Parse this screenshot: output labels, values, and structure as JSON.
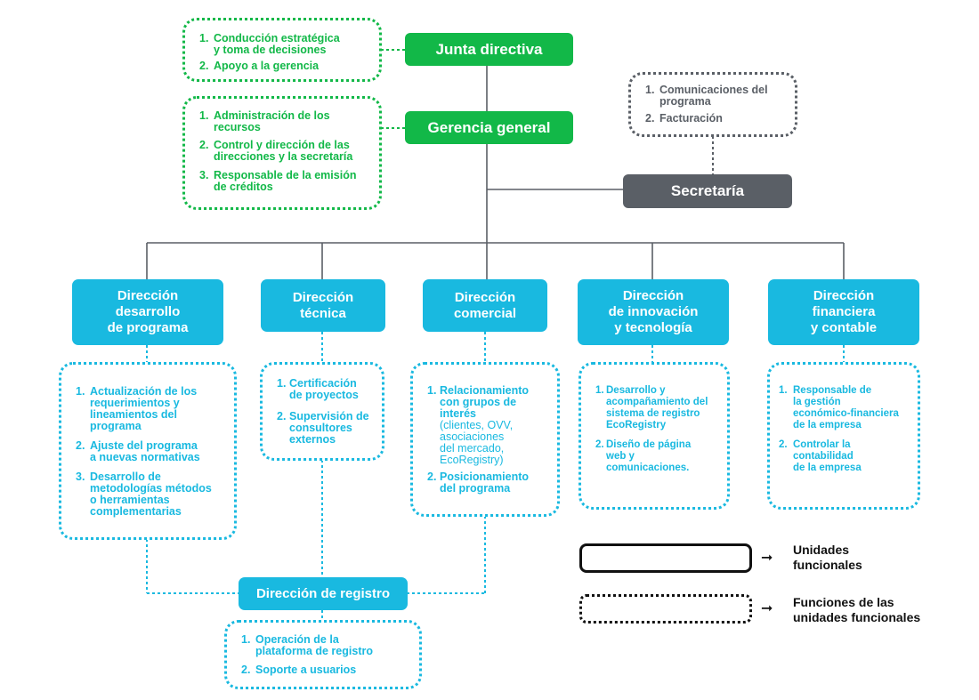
{
  "colors": {
    "green": "#12b848",
    "gray": "#5a5f66",
    "cyan": "#19b9e0",
    "black": "#111111"
  },
  "junta": {
    "title": "Junta directiva",
    "functions": [
      {
        "num": "1.",
        "lines": [
          "Conducción estratégica",
          "y toma de decisiones"
        ]
      },
      {
        "num": "2.",
        "lines": [
          "Apoyo a la gerencia"
        ]
      }
    ]
  },
  "gerencia": {
    "title": "Gerencia general",
    "functions": [
      {
        "num": "1.",
        "lines": [
          "Administración de los",
          "recursos"
        ]
      },
      {
        "num": "2.",
        "lines": [
          "Control y dirección de las",
          "direcciones y la secretaría"
        ]
      },
      {
        "num": "3.",
        "lines": [
          "Responsable de la emisión",
          "de créditos"
        ]
      }
    ]
  },
  "secretaria": {
    "title": "Secretaría",
    "functions": [
      {
        "num": "1.",
        "lines": [
          "Comunicaciones del",
          "programa"
        ]
      },
      {
        "num": "2.",
        "lines": [
          "Facturación"
        ]
      }
    ]
  },
  "direcciones": [
    {
      "title": [
        "Dirección",
        "desarrollo",
        "de programa"
      ],
      "functions": [
        {
          "num": "1.",
          "lines": [
            "Actualización de los",
            "requerimientos y",
            "lineamientos del",
            "programa"
          ]
        },
        {
          "num": "2.",
          "lines": [
            "Ajuste del programa",
            "a nuevas normativas"
          ]
        },
        {
          "num": "3.",
          "lines": [
            "Desarrollo de",
            "metodologías métodos",
            "o herramientas",
            "complementarias"
          ]
        }
      ]
    },
    {
      "title": [
        "Dirección",
        "técnica"
      ],
      "functions": [
        {
          "num": "1.",
          "lines": [
            "Certificación",
            "de proyectos"
          ]
        },
        {
          "num": "2.",
          "lines": [
            "Supervisión de",
            "consultores",
            "externos"
          ]
        }
      ]
    },
    {
      "title": [
        "Dirección",
        "comercial"
      ],
      "functions": [
        {
          "num": "1.",
          "lines": [
            "Relacionamiento",
            "con grupos de",
            "interés"
          ],
          "extra": [
            "(clientes, OVV,",
            "asociaciones",
            "del mercado,",
            "EcoRegistry)"
          ]
        },
        {
          "num": "2.",
          "lines": [
            "Posicionamiento",
            "del programa"
          ]
        }
      ]
    },
    {
      "title": [
        "Dirección",
        "de innovación",
        "y tecnología"
      ],
      "functions": [
        {
          "num": "1.",
          "lines": [
            "Desarrollo y",
            "acompañamiento del",
            "sistema de registro",
            "EcoRegistry"
          ]
        },
        {
          "num": "2.",
          "lines": [
            "Diseño de página",
            "web y",
            "comunicaciones."
          ]
        }
      ]
    },
    {
      "title": [
        "Dirección",
        "financiera",
        "y contable"
      ],
      "functions": [
        {
          "num": "1.",
          "lines": [
            "Responsable de",
            "la gestión",
            "económico-financiera",
            "de la empresa"
          ]
        },
        {
          "num": "2.",
          "lines": [
            "Controlar la",
            "contabilidad",
            "de la empresa"
          ]
        }
      ]
    }
  ],
  "registro": {
    "title": "Dirección de registro",
    "functions": [
      {
        "num": "1.",
        "lines": [
          "Operación de la",
          "plataforma de registro"
        ]
      },
      {
        "num": "2.",
        "lines": [
          "Soporte a usuarios"
        ]
      }
    ]
  },
  "legend": {
    "units_label": [
      "Unidades",
      "funcionales"
    ],
    "functions_label": [
      "Funciones de las",
      "unidades funcionales"
    ]
  }
}
